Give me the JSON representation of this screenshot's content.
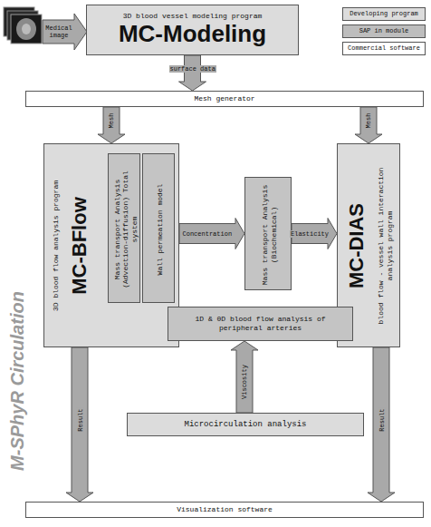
{
  "diagram": {
    "nodes": [
      {
        "text": [
          "3D blood vessel modeling program",
          "MC-Modeling"
        ]
      },
      {
        "text": [
          "Mesh generator"
        ]
      },
      {
        "text": [
          "3D blood flow analysis program",
          "MC-BFlow"
        ]
      },
      {
        "text": [
          "Mass transport Analysis (Advection-diffusion) Total system"
        ],
        "in": 2
      },
      {
        "text": [
          "Wall permeation model"
        ],
        "in": 2
      },
      {
        "text": [
          "Mass transport Analysis (Biochemical)"
        ]
      },
      {
        "text": [
          "MC-DIAS",
          "blood flow - vessel wall interaction analysis program"
        ]
      },
      {
        "text": [
          "1D & 0D blood flow analysis of peripheral arteries"
        ]
      },
      {
        "text": [
          "Microcirculation analysis"
        ]
      },
      {
        "text": [
          "Visualization software"
        ]
      }
    ],
    "edges": [
      {
        "from": 0,
        "to": 1,
        "label": "surface data",
        "arrow": "to"
      },
      {
        "from": 1,
        "to": 2,
        "label": "Mesh",
        "arrow": "to"
      },
      {
        "from": 1,
        "to": 6,
        "label": "Mesh",
        "arrow": "to"
      },
      {
        "from": 2,
        "to": 5,
        "label": "Concentration",
        "arrow": "to"
      },
      {
        "from": 5,
        "to": 6,
        "label": "Elasticity",
        "arrow": "to"
      },
      {
        "from": 8,
        "to": 7,
        "label": "Viscosity",
        "arrow": "to"
      },
      {
        "from": 2,
        "to": 9,
        "label": "Result",
        "arrow": "to"
      },
      {
        "from": 6,
        "to": 9,
        "label": "Result",
        "arrow": "to"
      }
    ],
    "labels": [
      "Medical image",
      "M-SPhyR Circulation"
    ],
    "legend": [
      {
        "text": "Developing program",
        "color": "#dcdcdc"
      },
      {
        "text": "SAP in module",
        "color": "#bdbdbd"
      },
      {
        "text": "Commercial software",
        "color": "#ffffff"
      }
    ]
  }
}
